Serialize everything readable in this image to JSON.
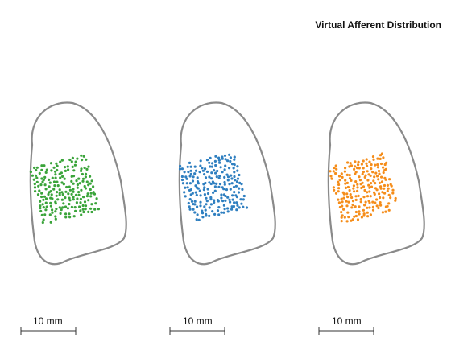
{
  "title": "Virtual Afferent Distribution",
  "panels": [
    {
      "id": "green",
      "color": "#3aa43a",
      "scale_bar_label": "10 mm"
    },
    {
      "id": "blue",
      "color": "#2f7fc0",
      "scale_bar_label": "10 mm"
    },
    {
      "id": "orange",
      "color": "#f58d1a",
      "scale_bar_label": "10 mm"
    }
  ],
  "outline_color": "#8a8a8a"
}
